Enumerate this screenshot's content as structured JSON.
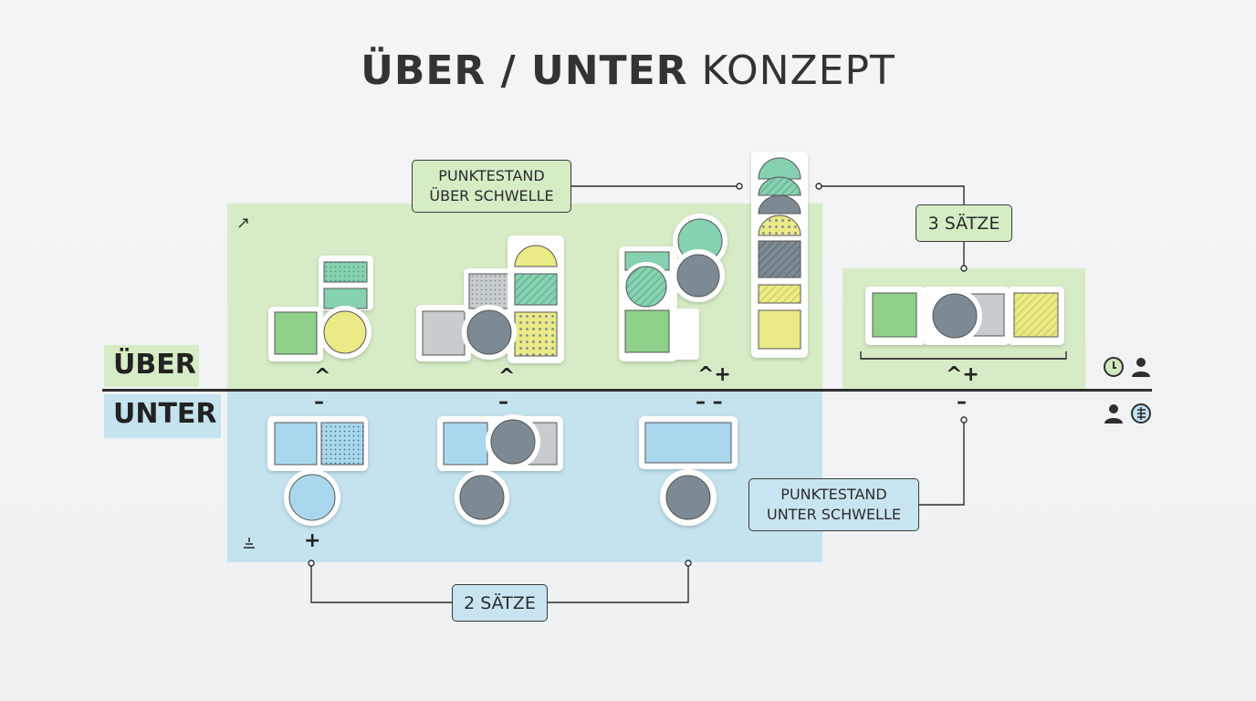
{
  "title": {
    "bold": "ÜBER / UNTER",
    "light": "KONZEPT"
  },
  "rows": {
    "over": "ÜBER",
    "under": "UNTER"
  },
  "callouts": {
    "score_above": [
      "PUNKTESTAND",
      "ÜBER SCHWELLE"
    ],
    "score_below": [
      "PUNKTESTAND",
      "UNTER SCHWELLE"
    ],
    "three_sets": "3 SÄTZE",
    "two_sets": "2 SÄTZE"
  },
  "symbols": {
    "over": [
      "^",
      "^",
      "^+",
      "^+"
    ],
    "under": [
      "–",
      "–",
      "– –",
      "–"
    ],
    "under_plus": "+"
  },
  "colors": {
    "green_zone": "#d7ecc6",
    "blue_zone": "#c5e3ef",
    "green_shape": "#8fd08a",
    "mint_shape": "#86d1b0",
    "yellow_shape": "#eaea86",
    "gray_shape": "#7d8a93",
    "light_gray_shape": "#c7ccce",
    "light_blue_shape": "#a9d8ee"
  },
  "icons": [
    "arrow-up-right-icon",
    "clock-icon",
    "person-icon",
    "person-icon",
    "document-icon",
    "tray-icon"
  ]
}
